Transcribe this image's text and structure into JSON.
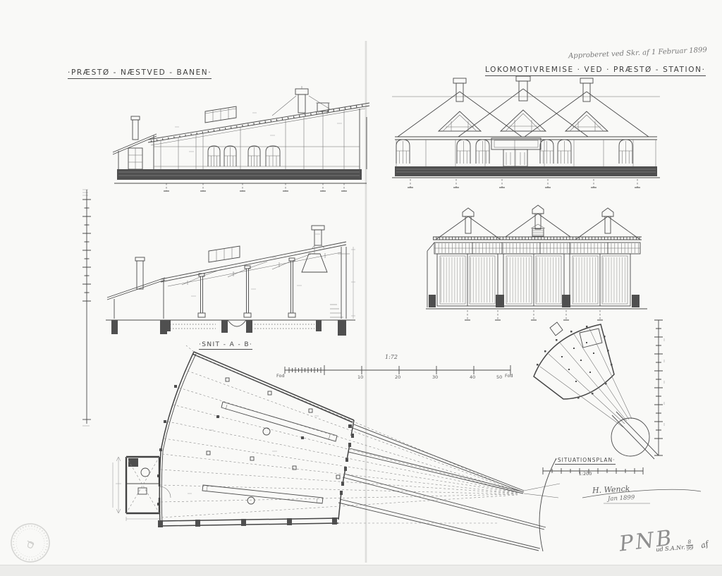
{
  "document": {
    "kind": "Scanned architectural drawing, locomotive shed, 1899",
    "title_left": "·PRÆSTØ - NÆSTVED - BANEN·",
    "title_right": "LOKOMOTIVREMISE · VED · PRÆSTØ - STATION·",
    "approval_note": "Approberet ved Skr. af 1 Februar 1899",
    "section_label": "·SNIT  -  A - B·",
    "situation_plan": {
      "label": "·SITUATIONSPLAN·",
      "scale": "1:200"
    },
    "main_scale": {
      "label": "1:72",
      "unit": "Fod",
      "ticks": [
        "10",
        "20",
        "30",
        "40",
        "50"
      ]
    },
    "signature": {
      "name": "H. Wenck",
      "date": "Jan 1899"
    },
    "pencil_mark": "PNB",
    "archive_ref": {
      "prefix": "ud S.A.Nr.",
      "numerator": "8",
      "denominator": "99",
      "initials": "af"
    },
    "colors": {
      "ink": "#4a4a4a",
      "ink_dark": "#3a3a3a",
      "annotation": "#8d8d8d",
      "pencil": "#8f8f8f",
      "paper": "#f9f9f7"
    }
  }
}
